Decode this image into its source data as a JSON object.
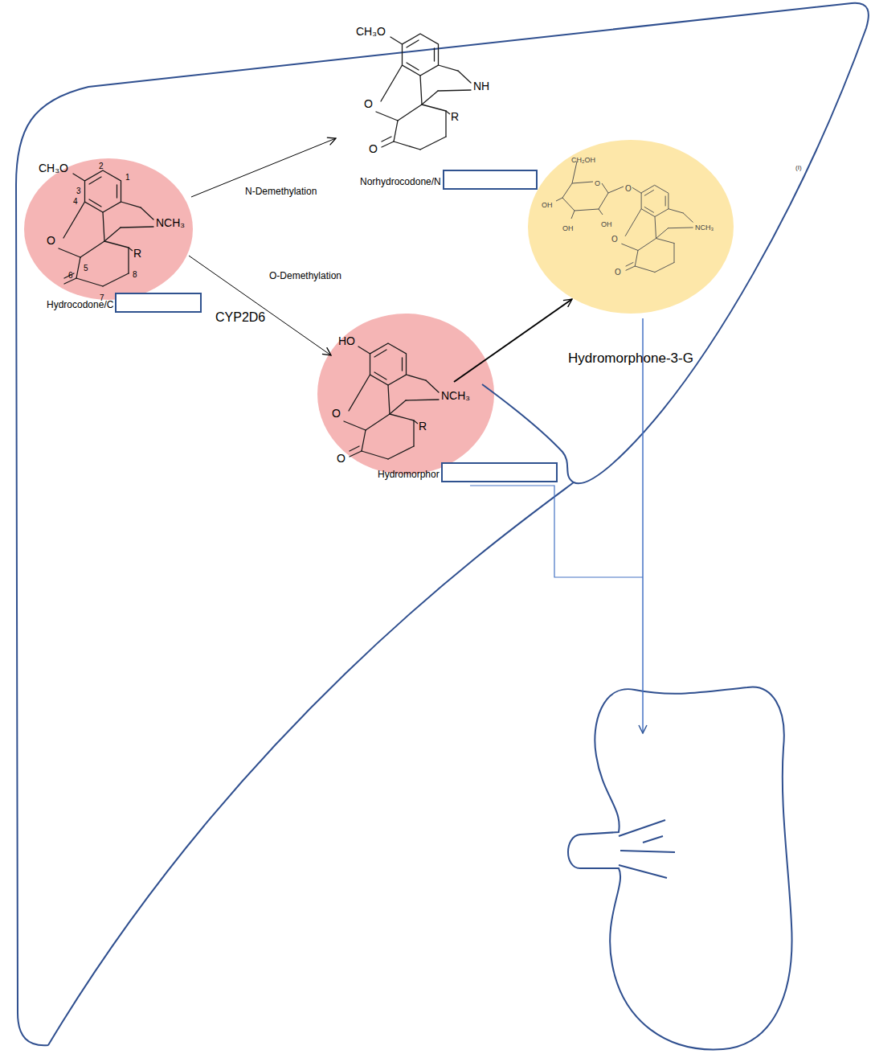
{
  "diagram": {
    "nodes": [
      {
        "text": [
          "Hydrocodone/C"
        ]
      },
      {
        "text": [
          "Norhydrocodone/N"
        ]
      },
      {
        "text": [
          "Hydromorphor"
        ]
      },
      {
        "text": [
          "Hydromorphone-3-G"
        ]
      }
    ],
    "edges": [
      {
        "from": 0,
        "to": 1,
        "arrow": "to",
        "label": "N-Demethylation"
      },
      {
        "from": 0,
        "to": 2,
        "arrow": "to",
        "label": "O-Demethylation"
      },
      {
        "from": 2,
        "to": 3,
        "arrow": "to"
      }
    ],
    "labels": [
      "CH₃O",
      "2",
      "1",
      "3",
      "4",
      "O",
      "5",
      "6",
      "7",
      "8",
      "R",
      "NCH₃",
      "CYP2D6",
      "CH₃O",
      "O",
      "O",
      "R",
      "NH",
      "HO",
      "O",
      "O",
      "R",
      "NCH₃",
      "CH₂OH",
      "O",
      "OH",
      "OH",
      "OH",
      "O",
      "O",
      "O",
      "NCH₃",
      "(I)"
    ]
  }
}
